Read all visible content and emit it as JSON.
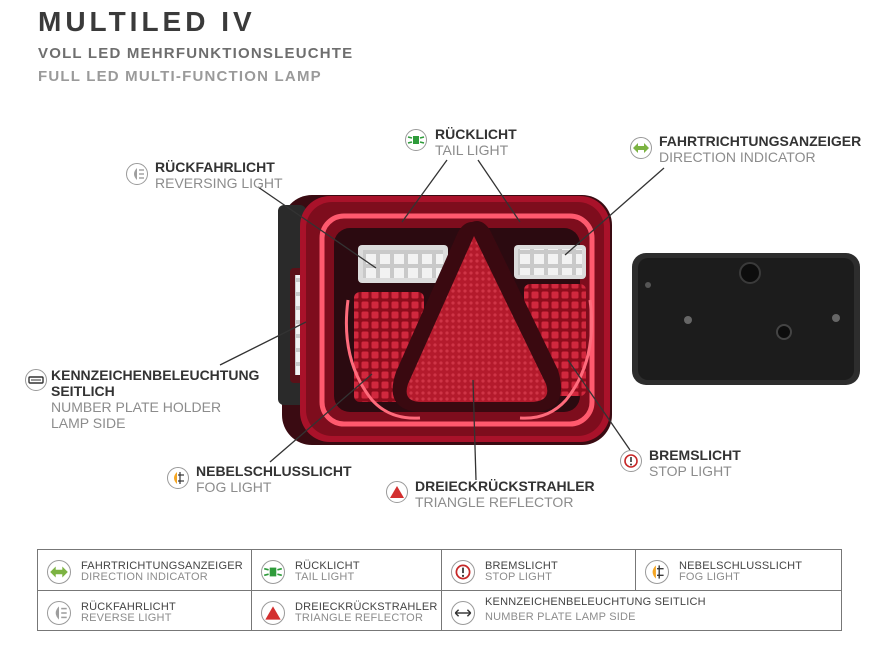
{
  "header": {
    "title": "MULTILED IV",
    "subtitle_de": "VOLL LED MEHRFUNKTIONSLEUCHTE",
    "subtitle_en": "FULL LED MULTI-FUNCTION LAMP"
  },
  "callouts": {
    "tail": {
      "de": "RÜCKLICHT",
      "en": "TAIL LIGHT",
      "icon": "tail-light-icon"
    },
    "direction": {
      "de": "FAHRTRICHTUNGSANZEIGER",
      "en": "DIRECTION INDICATOR",
      "icon": "direction-indicator-icon"
    },
    "reversing": {
      "de": "RÜCKFAHRLICHT",
      "en": "REVERSING LIGHT",
      "icon": "reversing-light-icon"
    },
    "plate": {
      "de1": "KENNZEICHENBELEUCHTUNG",
      "de2": "SEITLICH",
      "en1": "NUMBER PLATE HOLDER",
      "en2": "LAMP SIDE",
      "icon": "number-plate-lamp-icon"
    },
    "fog": {
      "de": "NEBELSCHLUSSLICHT",
      "en": "FOG LIGHT",
      "icon": "fog-light-icon"
    },
    "triangle": {
      "de": "DREIECKRÜCKSTRAHLER",
      "en": "TRIANGLE REFLECTOR",
      "icon": "triangle-reflector-icon"
    },
    "stop": {
      "de": "BREMSLICHT",
      "en": "STOP LIGHT",
      "icon": "stop-light-icon"
    }
  },
  "legend": {
    "row1": [
      {
        "de": "FAHRTRICHTUNGSANZEIGER",
        "en": "DIRECTION INDICATOR"
      },
      {
        "de": "RÜCKLICHT",
        "en": "TAIL LIGHT"
      },
      {
        "de": "BREMSLICHT",
        "en": "STOP LIGHT"
      },
      {
        "de": "NEBELSCHLUSSLICHT",
        "en": "FOG LIGHT"
      }
    ],
    "row2": [
      {
        "de": "RÜCKFAHRLICHT",
        "en": "REVERSE LIGHT"
      },
      {
        "de": "DREIECKRÜCKSTRAHLER",
        "en": "TRIANGLE REFLECTOR"
      },
      {
        "de": "KENNZEICHENBELEUCHTUNG SEITLICH",
        "en": "NUMBER PLATE LAMP SIDE"
      }
    ]
  },
  "colors": {
    "indicator_green": "#7cb342",
    "tail_green": "#2e9b3a",
    "stop_red": "#c62828",
    "fog_amber": "#f5a623",
    "lamp_red": "#b3122a",
    "housing": "#2a2a2a"
  }
}
